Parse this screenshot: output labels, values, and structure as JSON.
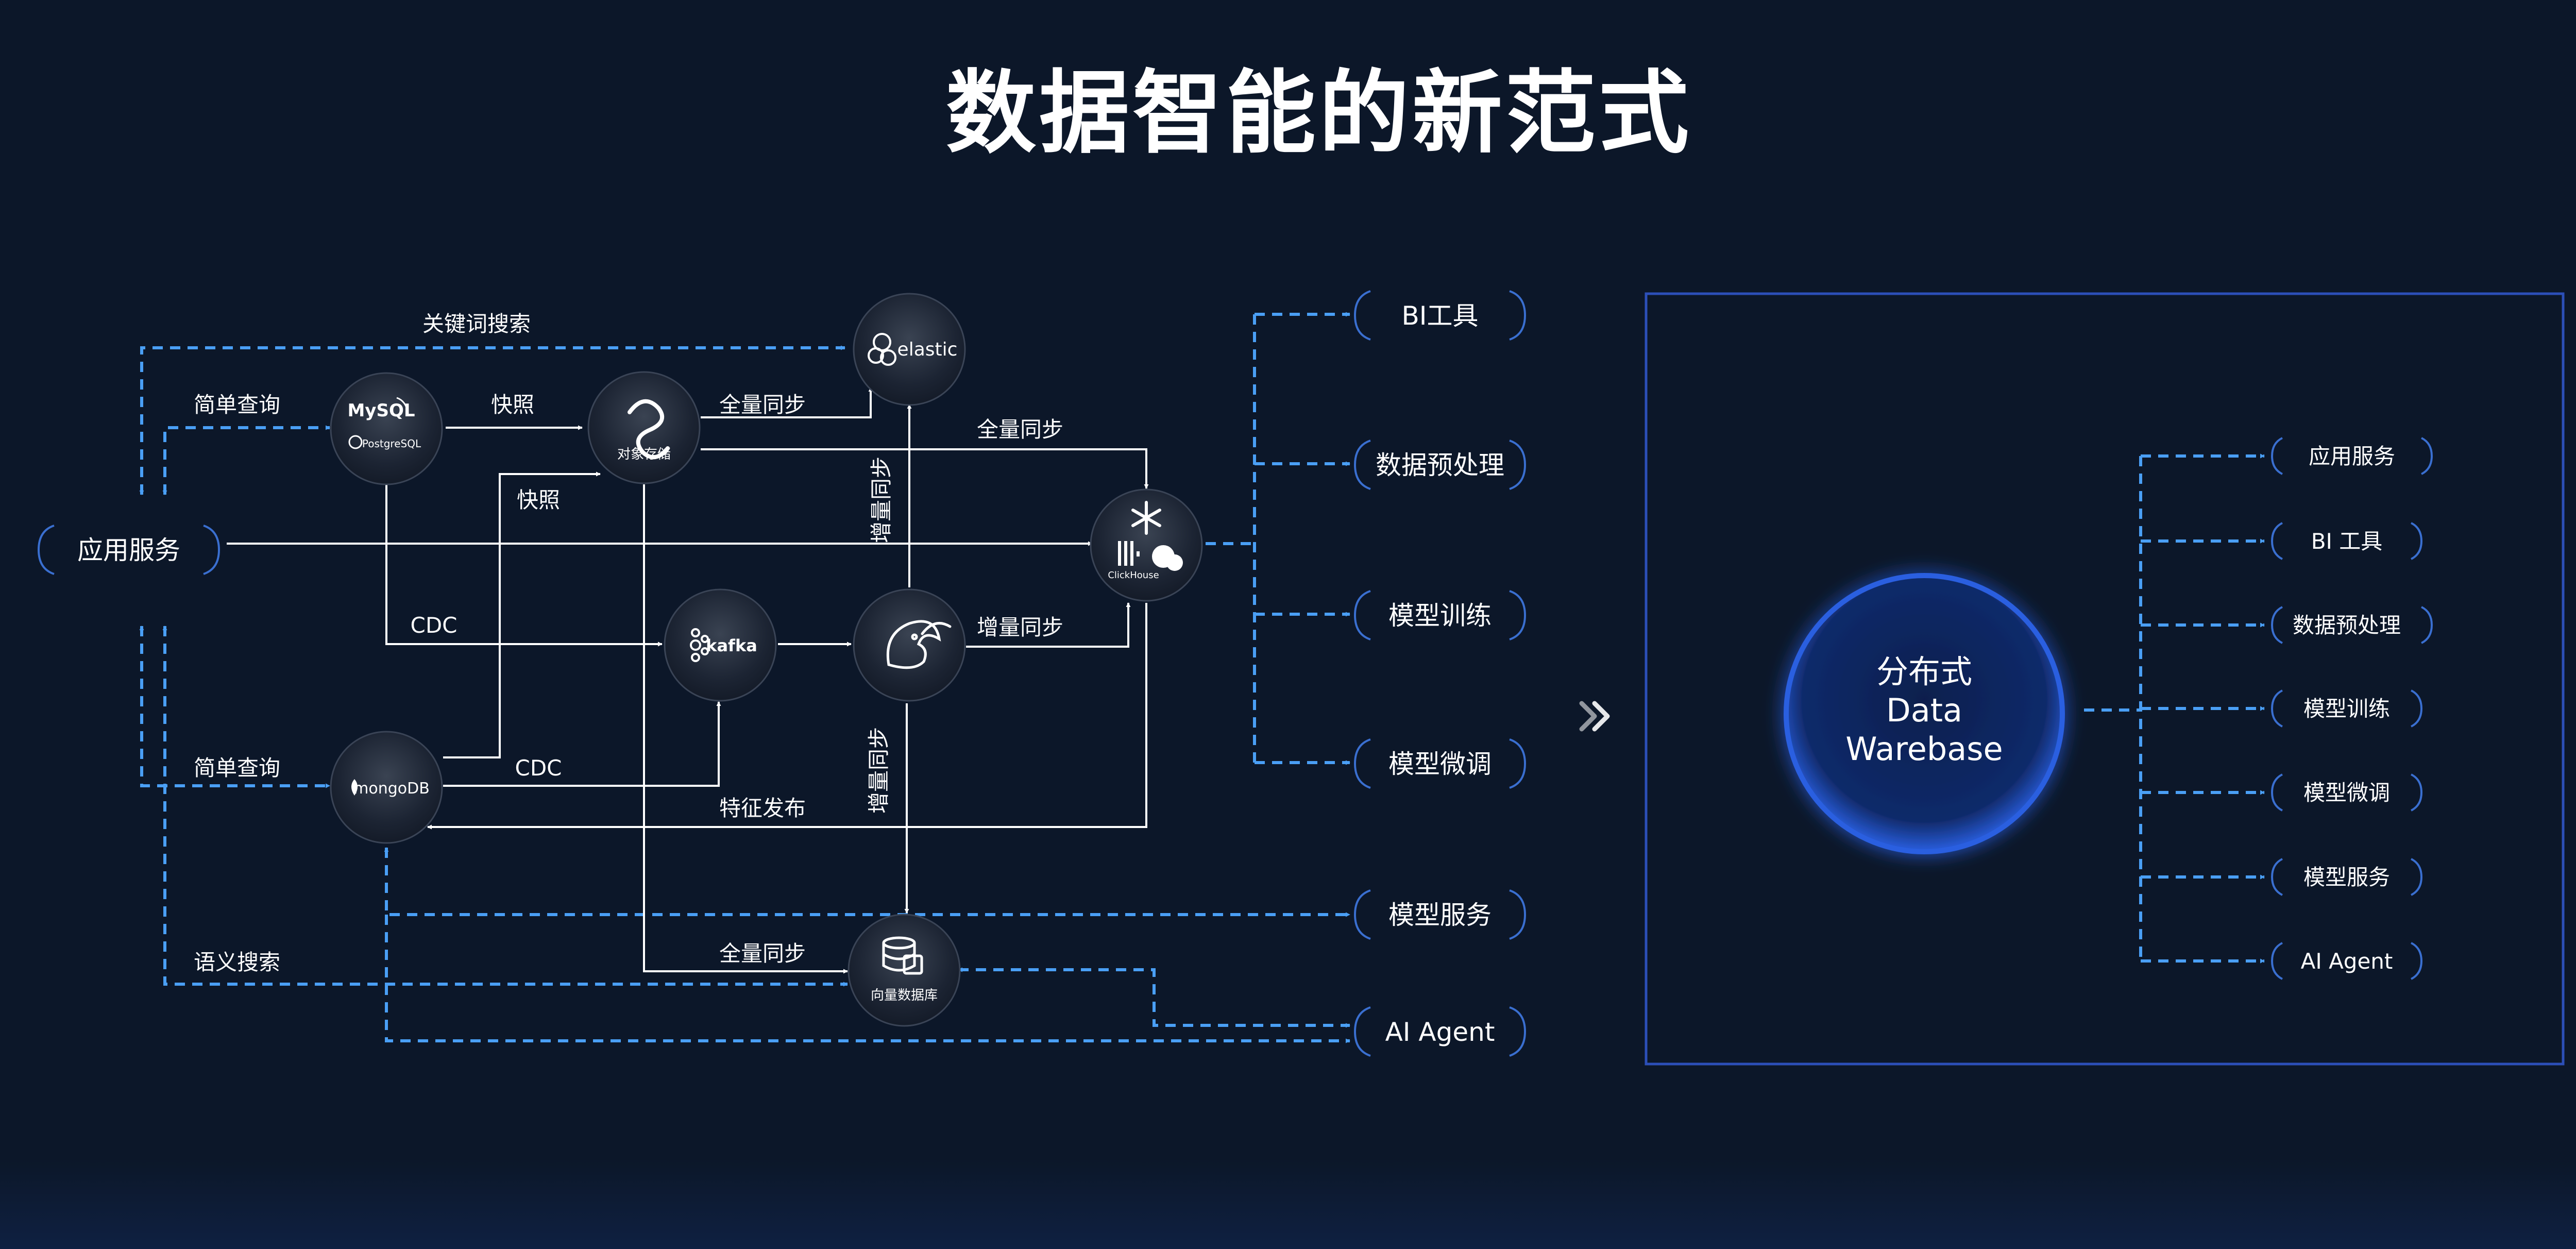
{
  "title": "数据智能的新范式",
  "nodes": {
    "app_service": "应用服务",
    "mysql": "MySQL",
    "postgresql": "PostgreSQL",
    "object_storage": "对象存储",
    "elastic": "elastic",
    "kafka": "kafka",
    "clickhouse": "ClickHouse",
    "mongodb": "mongoDB",
    "vector_db": "向量数据库"
  },
  "edge_labels": {
    "keyword_search": "关键词搜索",
    "simple_query_top": "简单查询",
    "snapshot_1": "快照",
    "snapshot_2": "快照",
    "full_sync_elastic": "全量同步",
    "full_sync_clickhouse": "全量同步",
    "incremental_sync_elastic": "增量同步",
    "incremental_sync_clickhouse": "增量同步",
    "incremental_sync_vector": "增量同步",
    "cdc_mysql": "CDC",
    "cdc_mongo": "CDC",
    "simple_query_bottom": "简单查询",
    "feature_publish": "特征发布",
    "semantic_search": "语义搜索",
    "full_sync_vector": "全量同步"
  },
  "outputs": [
    "BI工具",
    "数据预处理",
    "模型训练",
    "模型微调",
    "模型服务",
    "AI Agent"
  ],
  "warebase": {
    "line1": "分布式",
    "line2": "Data",
    "line3": "Warebase",
    "outputs": [
      "应用服务",
      "BI 工具",
      "数据预处理",
      "模型训练",
      "模型微调",
      "模型服务",
      "AI Agent"
    ]
  },
  "colors": {
    "background": "#0c1729",
    "dashed_line": "#4a9ff5",
    "solid_line": "#ffffff",
    "panel_border": "#2c4fb8",
    "warebase_glow": "#2a5fe0"
  }
}
